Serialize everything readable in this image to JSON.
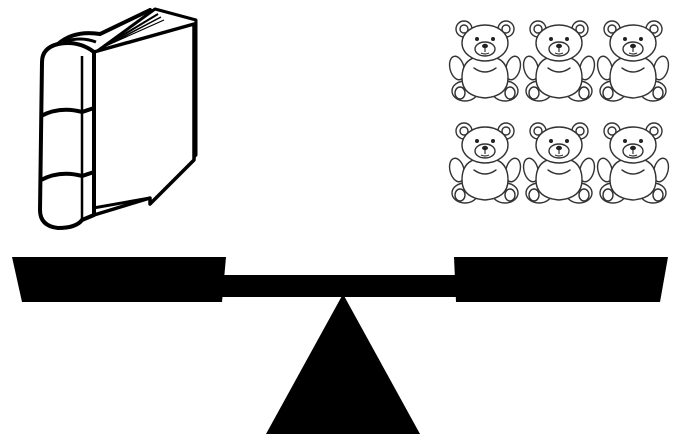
{
  "scene": {
    "background_color": "#ffffff",
    "ink_color": "#000000",
    "left_pan": {
      "object": "book",
      "icon": "book-icon",
      "count": 1
    },
    "right_pan": {
      "object": "teddy-bear",
      "icon": "teddy-bear-icon",
      "count": 6
    },
    "balance_state": "level"
  }
}
